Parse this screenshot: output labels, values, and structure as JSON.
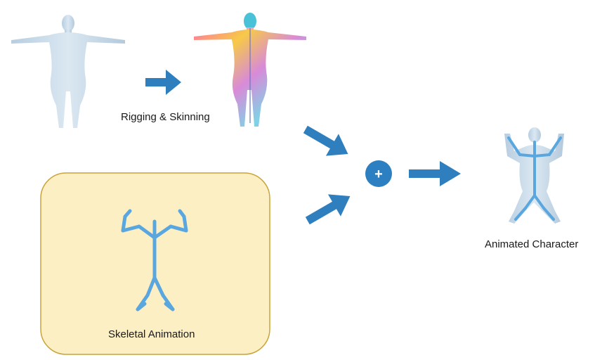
{
  "diagram": {
    "labels": {
      "rigging": "Rigging & Skinning",
      "skeletal": "Skeletal Animation",
      "animated": "Animated Character"
    },
    "plus_symbol": "+",
    "colors": {
      "arrow": "#2f7fbf",
      "plus_circle": "#2c7fc0",
      "mesh": "#c9dbe9",
      "mesh_shade": "#a9c2d6",
      "bone": "#5aa7df",
      "bone_dark": "#3d8fcf",
      "panel_fill": "#fdefc4",
      "panel_stroke": "#c9a43c"
    }
  }
}
